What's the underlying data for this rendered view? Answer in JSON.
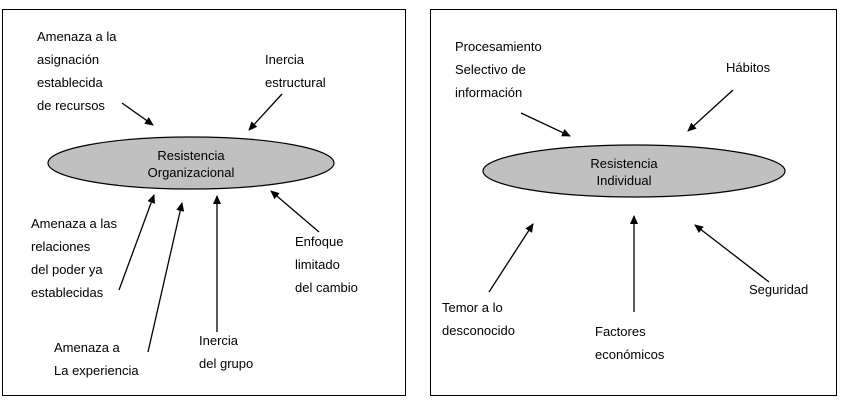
{
  "left": {
    "center_lines": [
      "Resistencia",
      "Organizacional"
    ],
    "labels": {
      "asignacion": [
        "Amenaza a la",
        "asignación",
        "establecida",
        "de recursos"
      ],
      "inercia_estructural": [
        "Inercia",
        "estructural"
      ],
      "relaciones_poder": [
        "Amenaza a las",
        "relaciones",
        "del poder ya",
        "establecidas"
      ],
      "enfoque": [
        "Enfoque",
        "limitado",
        "del cambio"
      ],
      "experiencia": [
        "Amenaza a",
        "La experiencia"
      ],
      "inercia_grupo": [
        "Inercia",
        "del grupo"
      ]
    }
  },
  "right": {
    "center_lines": [
      "Resistencia",
      "Individual"
    ],
    "labels": {
      "procesamiento": [
        "Procesamiento",
        "Selectivo de",
        "información"
      ],
      "habitos": [
        "Hábitos"
      ],
      "temor": [
        "Temor a lo",
        "desconocido"
      ],
      "factores": [
        "Factores",
        "económicos"
      ],
      "seguridad": [
        "Seguridad"
      ]
    }
  },
  "colors": {
    "ellipse_fill": "#c0c0c0",
    "stroke": "#000000"
  }
}
